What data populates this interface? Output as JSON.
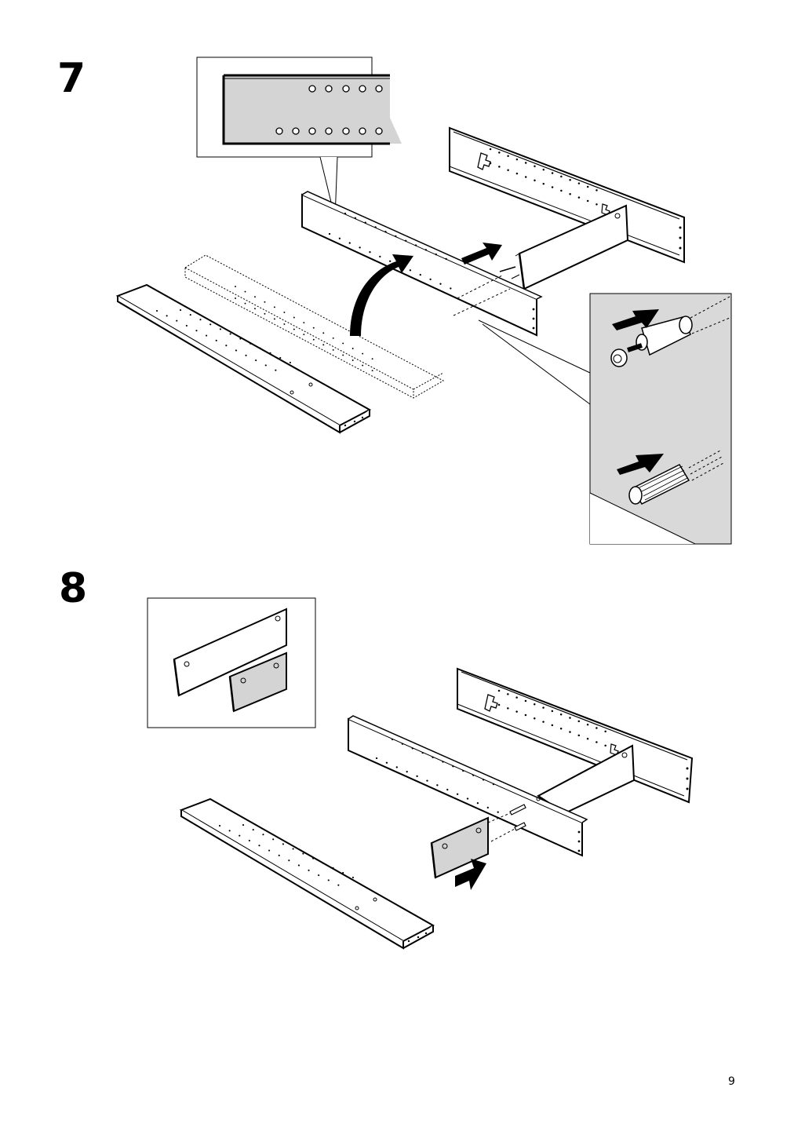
{
  "steps": [
    {
      "number": "7"
    },
    {
      "number": "8"
    }
  ],
  "page_number": "9",
  "colors": {
    "ink": "#000000",
    "paper": "#ffffff",
    "part_shade": "#d4d4d4",
    "detail_shade": "#d9d9d9"
  }
}
